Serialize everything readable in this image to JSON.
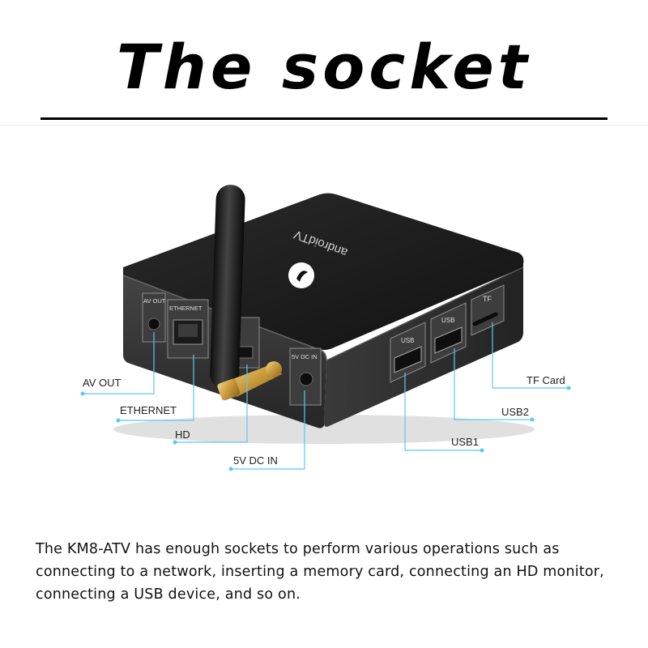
{
  "heading": {
    "title": "The socket"
  },
  "device": {
    "logo_text": "androidTV",
    "port_labels": {
      "av_out": "AV OUT",
      "ethernet": "ETHERNET",
      "usb_left": "USB",
      "usb_right": "USB",
      "tf": "TF",
      "dc_in": "5V DC IN"
    }
  },
  "callouts": {
    "av_out": "AV OUT",
    "ethernet": "ETHERNET",
    "hd": "HD",
    "dc_in": "5V DC IN",
    "tf_card": "TF Card",
    "usb2": "USB2",
    "usb1": "USB1"
  },
  "description": "The KM8-ATV has enough sockets to perform various operations such as connecting to a network, inserting a memory card, connecting an HD monitor, connecting a USB device, and so on.",
  "colors": {
    "callout_line": "#5bc8f0",
    "device_body": "#2b2b2b",
    "antenna_connector": "#c8a040",
    "logo_green": "#8fd14f"
  }
}
